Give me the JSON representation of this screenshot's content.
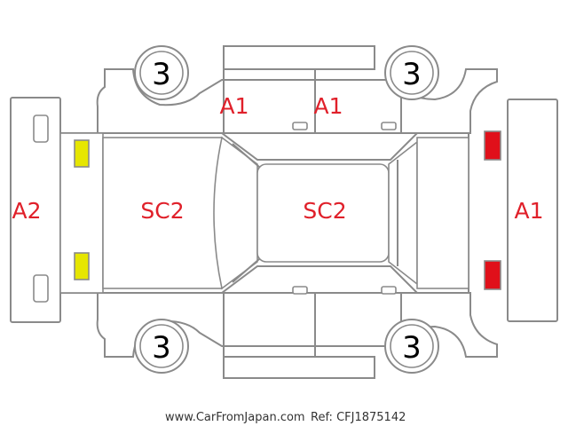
{
  "colors": {
    "outline": "#8a8a8a",
    "damage_code": "#e0202a",
    "front_lights": "#e6e600",
    "rear_lights": "#e0101a",
    "wheel_number": "#000000",
    "footer_text": "#333333"
  },
  "damage_codes": {
    "front_bumper": "A2",
    "hood": "SC2",
    "roof": "SC2",
    "rear_bumper": "A1",
    "top_front_door": "A1",
    "top_rear_door": "A1"
  },
  "wheels": {
    "top_front": "3",
    "top_rear": "3",
    "bottom_front": "3",
    "bottom_rear": "3"
  },
  "footer": {
    "site": "www.CarFromJapan.com",
    "ref": "Ref: CFJ1875142"
  }
}
